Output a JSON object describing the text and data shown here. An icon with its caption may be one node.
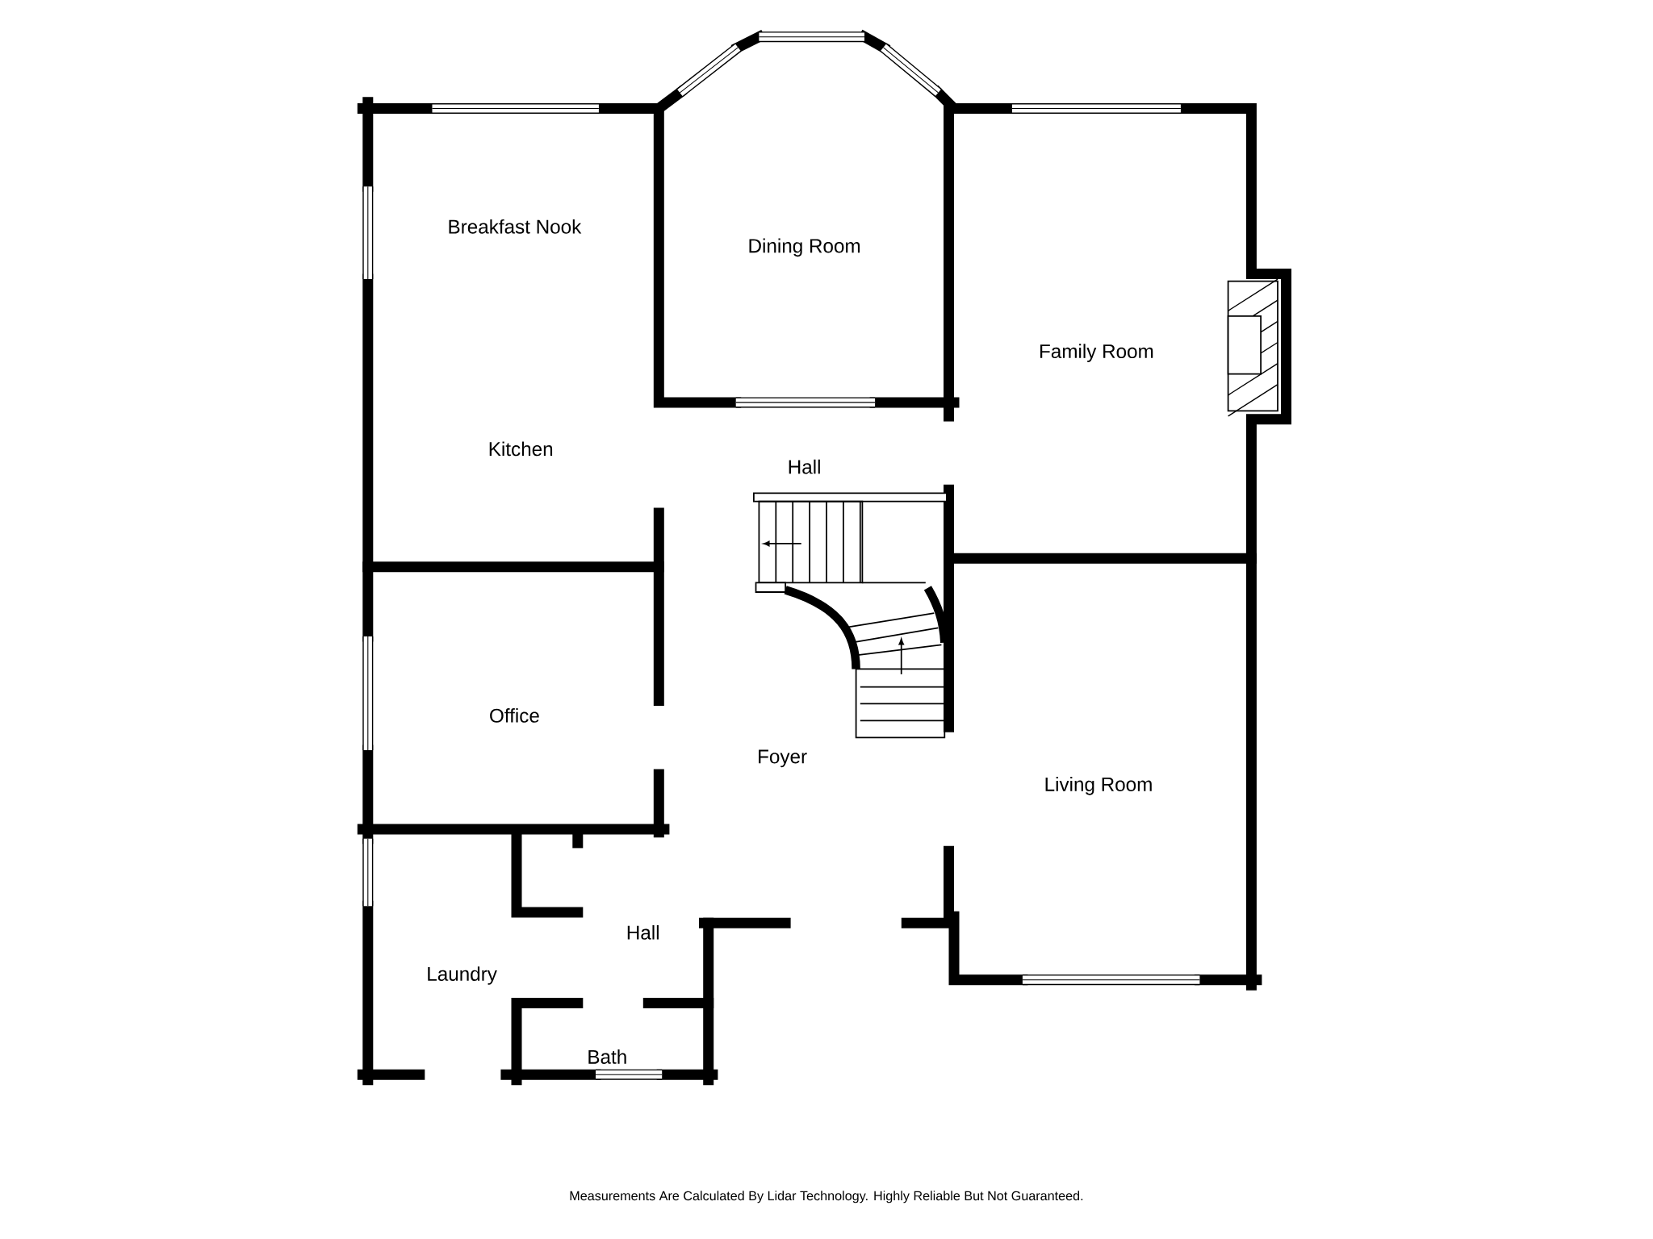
{
  "diagram": {
    "labels": [
      "Breakfast Nook",
      "Dining Room",
      "Family Room",
      "Kitchen",
      "Hall",
      "Office",
      "Foyer",
      "Living Room",
      "Hall",
      "Laundry",
      "Bath",
      "Measurements Are Calculated By Lidar Technology. Highly Reliable But Not Guaranteed."
    ]
  }
}
